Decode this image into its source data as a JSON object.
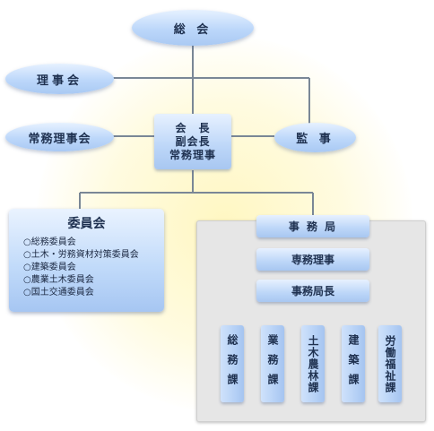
{
  "top": {
    "label": "総 会"
  },
  "board": {
    "label": "理事会"
  },
  "standing_board": {
    "label": "常務理事会"
  },
  "auditor": {
    "label": "監 事"
  },
  "executives": {
    "line1": "会　長",
    "line2": "副会長",
    "line3": "常務理事"
  },
  "committees": {
    "title": "委員会",
    "items": [
      "○総務委員会",
      "○土木・労務資材対策委員会",
      "○建築委員会",
      "○農業土木委員会",
      "○国土交通委員会"
    ]
  },
  "secretariat": {
    "office": "事 務 局",
    "executive_director": "専務理事",
    "secretary_general": "事務局長",
    "sections": [
      "総務課",
      "業務課",
      "土木農林課",
      "建築課",
      "労働福祉課"
    ]
  },
  "colors": {
    "box_light": "#e6f1ff",
    "box_dark": "#a9c9f3",
    "line": "#7a8796",
    "text": "#1f3150"
  }
}
